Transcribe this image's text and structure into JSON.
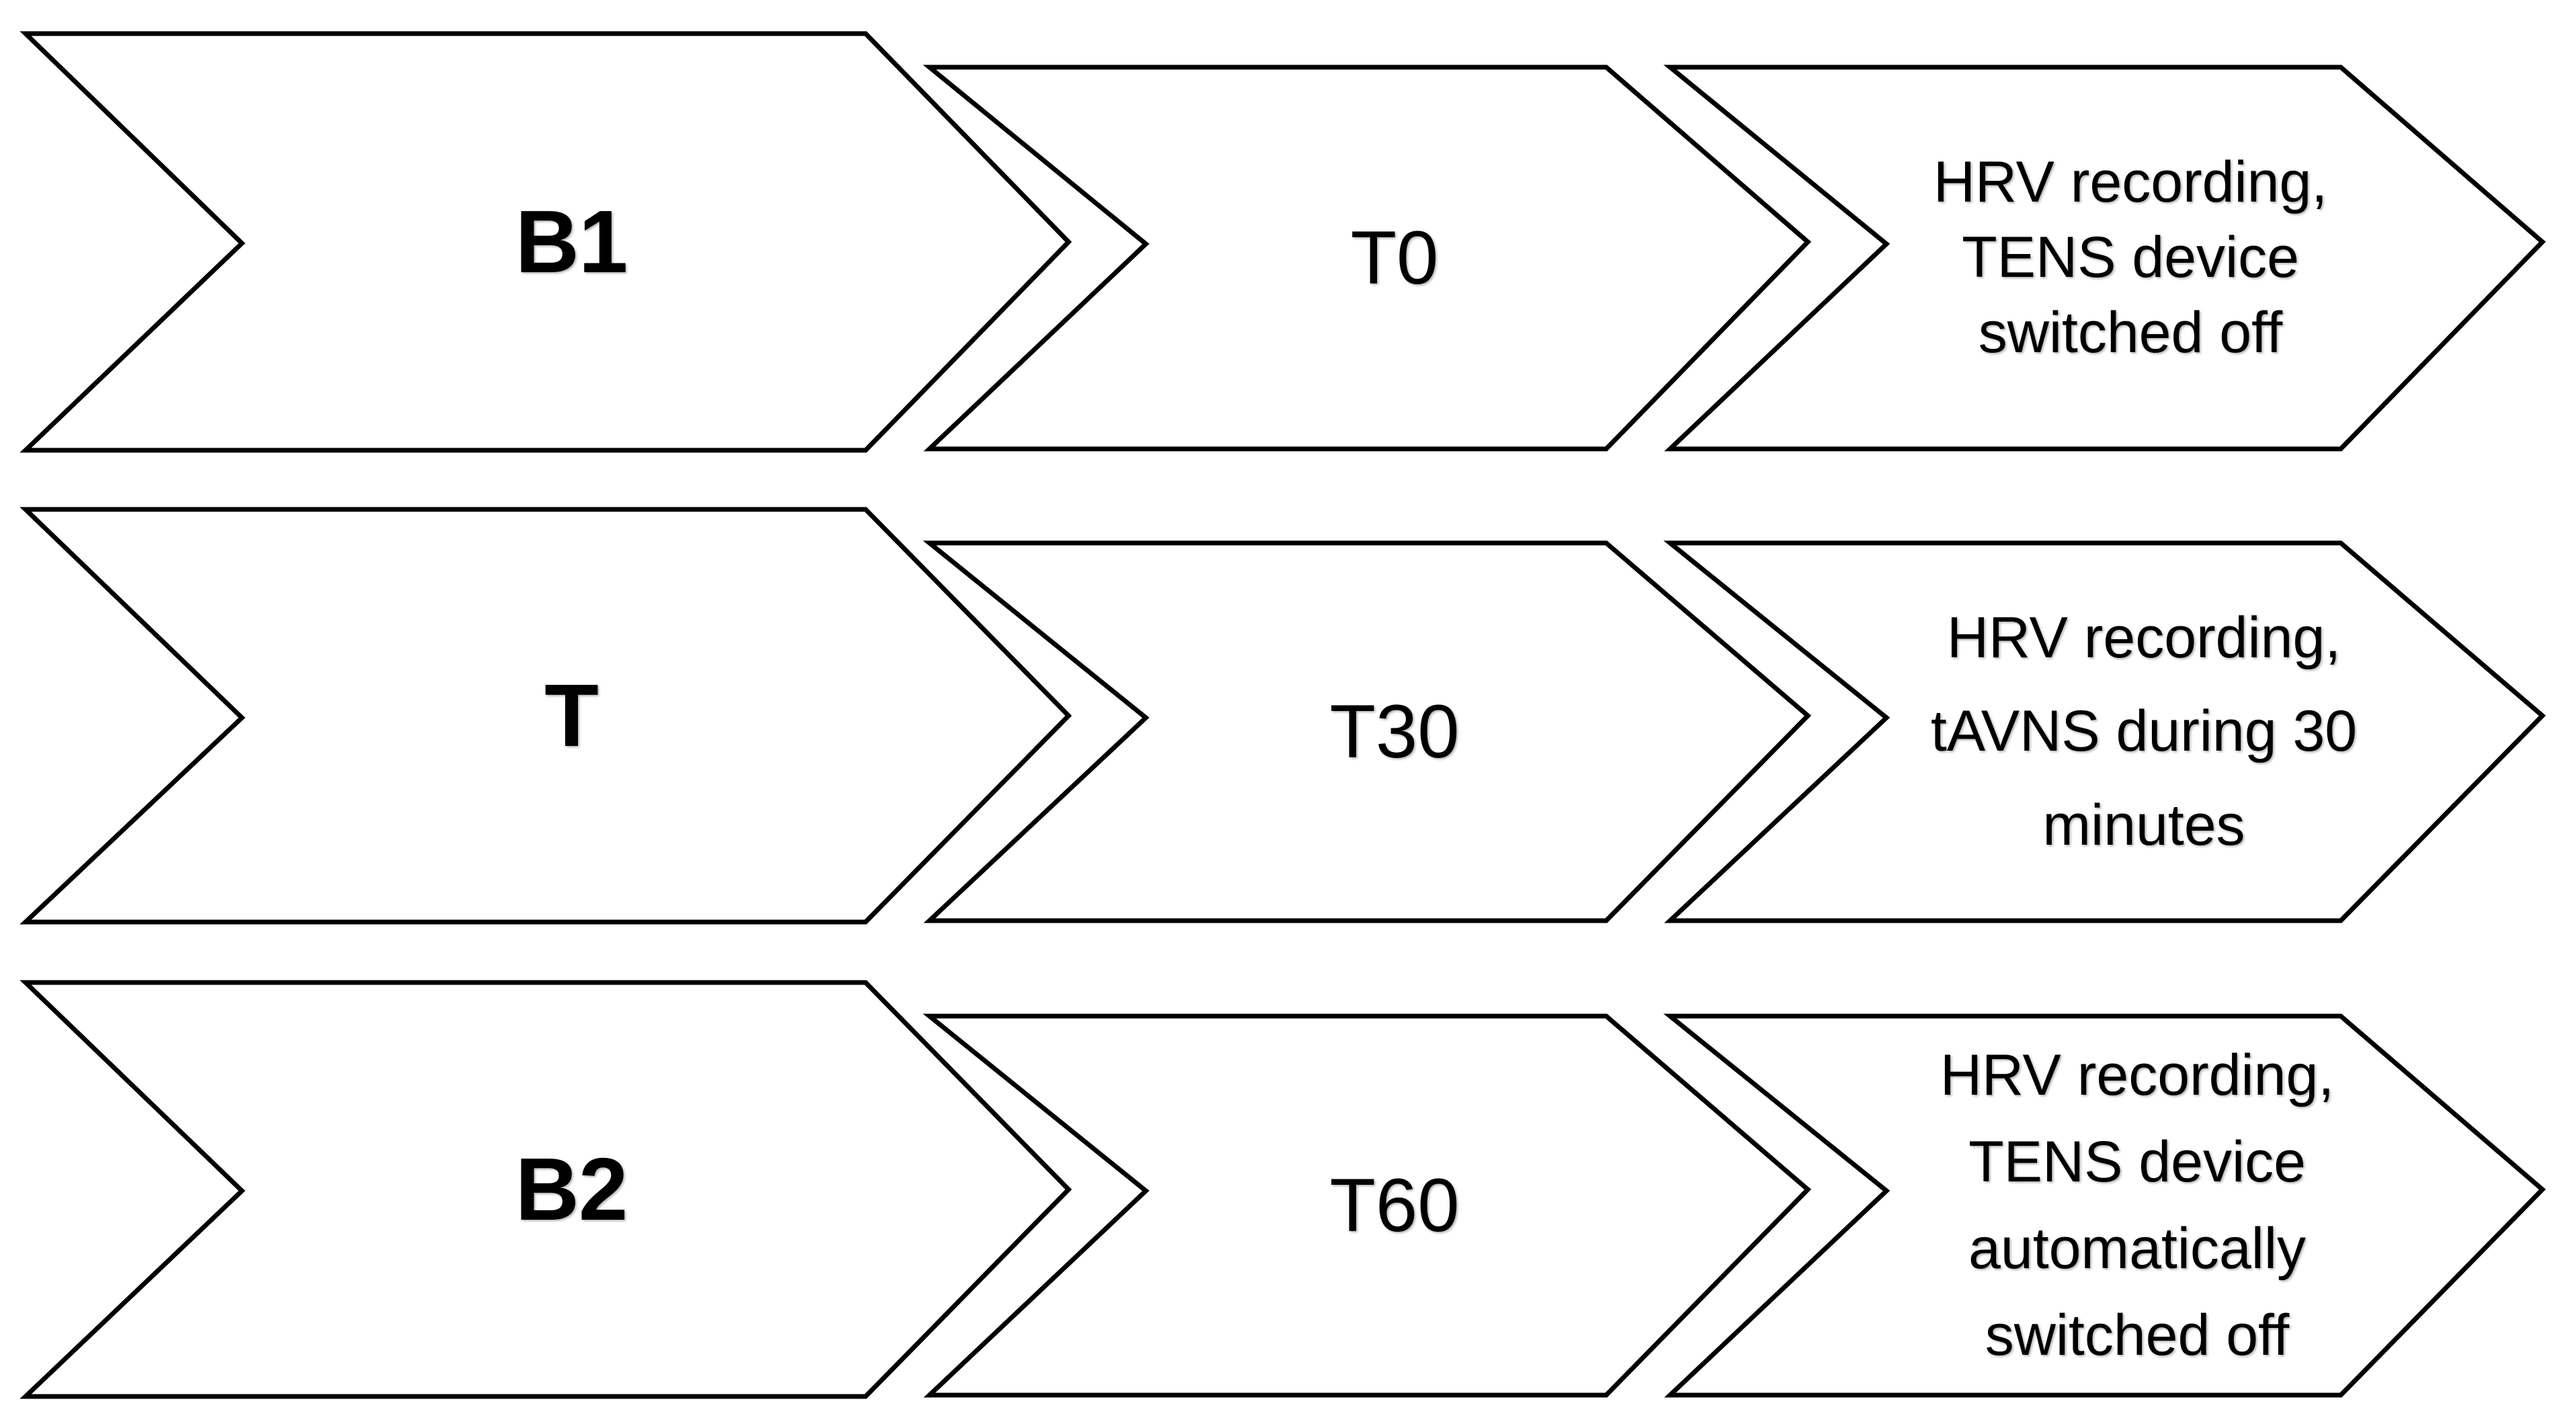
{
  "diagram": {
    "type": "process-flow-chevrons",
    "orientation": "left-to-right",
    "rows": 3,
    "columns": 3,
    "colors": {
      "stroke": "#000000",
      "fill": "#ffffff",
      "text": "#000000",
      "background": "#ffffff"
    },
    "column_roles": [
      "study-phase",
      "timepoint",
      "procedure-description"
    ]
  },
  "rows": [
    {
      "id": "row-1",
      "phase": "B1",
      "timepoint": "T0",
      "description": "HRV recording,\nTENS device\nswitched off",
      "description_lines": [
        "HRV recording,",
        "TENS device",
        "switched off"
      ]
    },
    {
      "id": "row-2",
      "phase": "T",
      "timepoint": "T30",
      "description": "HRV recording,\ntAVNS during 30\nminutes",
      "description_lines": [
        "HRV recording,",
        "tAVNS during 30",
        "minutes"
      ]
    },
    {
      "id": "row-3",
      "phase": "B2",
      "timepoint": "T60",
      "description": "HRV recording,\nTENS device\nautomatically\nswitched off",
      "description_lines": [
        "HRV recording,",
        "TENS device",
        "automatically",
        "switched off"
      ]
    }
  ]
}
